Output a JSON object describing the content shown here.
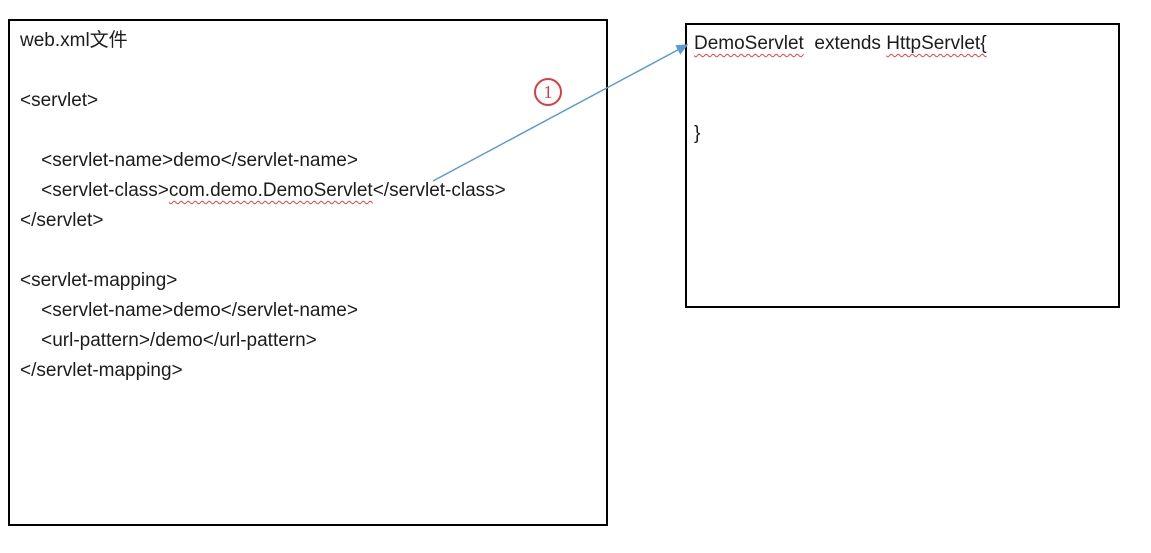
{
  "colors": {
    "box_border": "#000000",
    "text": "#1c1c1c",
    "arrow_blue": "#5b9bd5",
    "annotation_red": "#e23b3b",
    "squiggle_red": "#e84040"
  },
  "web_xml_box": {
    "title": "web.xml文件",
    "lines": [
      {
        "pre": "<servlet>"
      },
      {
        "pre": "    <servlet-name>demo</servlet-name>"
      },
      {
        "pre": "    <servlet-class>",
        "wavy": "com.demo.DemoServlet",
        "post": "</servlet-class>"
      },
      {
        "pre": "</servlet>"
      },
      {
        "pre": "<servlet-mapping>"
      },
      {
        "pre": "    <servlet-name>demo</servlet-name>"
      },
      {
        "pre": "    <url-pattern>/demo</url-pattern>"
      },
      {
        "pre": "</servlet-mapping>"
      }
    ]
  },
  "servlet_class_box": {
    "declaration": {
      "class_name": "DemoServlet",
      "mid": "  extends ",
      "superclass": "HttpServlet{"
    },
    "closing_brace": "}"
  },
  "annotation": {
    "label": "1"
  }
}
